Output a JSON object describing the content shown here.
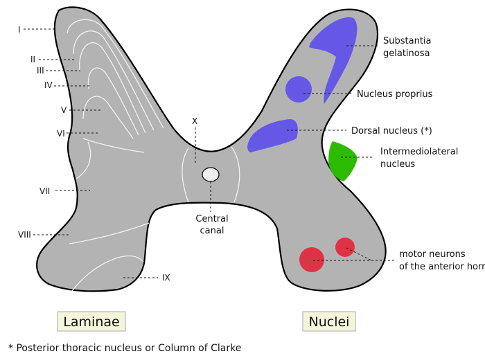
{
  "laminae": {
    "items": [
      {
        "id": "I",
        "label": "I"
      },
      {
        "id": "II",
        "label": "II"
      },
      {
        "id": "III",
        "label": "III"
      },
      {
        "id": "IV",
        "label": "IV"
      },
      {
        "id": "V",
        "label": "V"
      },
      {
        "id": "VI",
        "label": "VI"
      },
      {
        "id": "VII",
        "label": "VII"
      },
      {
        "id": "VIII",
        "label": "VIII"
      },
      {
        "id": "IX",
        "label": "IX"
      },
      {
        "id": "X",
        "label": "X"
      }
    ]
  },
  "nuclei": {
    "substantia_gelatinosa": [
      "Substantia",
      "gelatinosa"
    ],
    "nucleus_proprius": "Nucleus proprius",
    "dorsal_nucleus": "Dorsal nucleus (*)",
    "intermediolateral": [
      "Intermediolateral",
      "nucleus"
    ],
    "motor_neurons": [
      "motor neurons",
      "of the anterior horn"
    ]
  },
  "central_canal": [
    "Central",
    "canal"
  ],
  "section_titles": {
    "laminae": "Laminae",
    "nuclei": "Nuclei"
  },
  "footnote": "* Posterior thoracic nucleus or Column of Clarke",
  "colors": {
    "gray_matter": "#b3b3b3",
    "blue_nuclei": "#6658e6",
    "green_nucleus": "#2dbb00",
    "red_motor": "#e03246",
    "box_fill": "#f5f5dc",
    "canal_fill": "#eeeeee"
  }
}
